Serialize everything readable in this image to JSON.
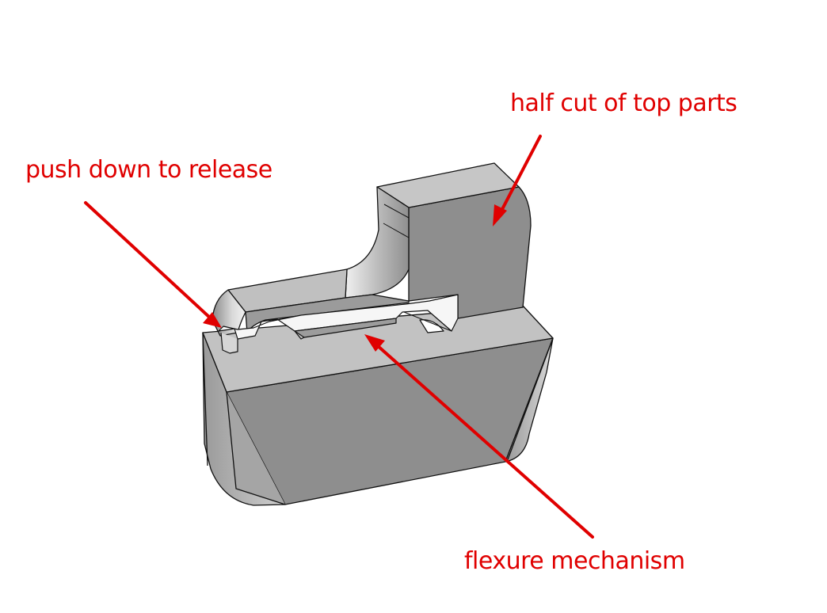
{
  "annotations": [
    {
      "id": "half-cut",
      "text": "half cut of top parts"
    },
    {
      "id": "push-release",
      "text": "push down to release"
    },
    {
      "id": "flexure",
      "text": "flexure mechanism"
    }
  ],
  "colors": {
    "annotation": "#e00000",
    "face_dark": "#8c8c8c",
    "face_mid": "#a8a8a8",
    "face_light": "#c4c4c4",
    "face_white": "#f4f4f4",
    "edge": "#111111"
  }
}
